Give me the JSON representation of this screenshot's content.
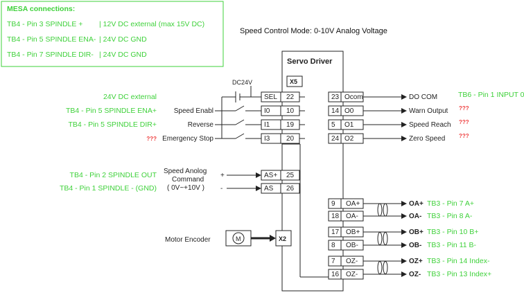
{
  "mesa": {
    "title": "MESA connections:",
    "lines": [
      "TB4 - Pin 3 SPINDLE +",
      "| 12V DC external (max 15V DC)",
      "TB4 - Pin 5 SPINDLE ENA-",
      "| 24V DC GND",
      "TB4 - Pin 7 SPINDLE DIR-",
      "| 24V DC GND"
    ]
  },
  "mode_title": "Speed Control Mode: 0-10V Analog Voltage",
  "servo": {
    "title": "Servo Driver",
    "x5": "X5",
    "x2": "X2"
  },
  "dc24v": "DC24V",
  "left_inputs": [
    {
      "ext": "24V DC external",
      "name": "",
      "sig": "SEL",
      "pin": "22"
    },
    {
      "ext": "TB4 - Pin 5 SPINDLE ENA+",
      "name": "Speed Enabl",
      "sig": "I0",
      "pin": "10"
    },
    {
      "ext": "TB4 - Pin 5 SPINDLE DIR+",
      "name": "Reverse",
      "sig": "I1",
      "pin": "19"
    },
    {
      "ext": "???",
      "name": "Emergency Stop",
      "sig": "I3",
      "pin": "20"
    }
  ],
  "analog": {
    "label1": "Speed Anolog",
    "label2": "Command",
    "label3": "( 0V~+10V )",
    "plus": "+",
    "minus": "-",
    "rows": [
      {
        "ext": "TB4 - Pin 2 SPINDLE OUT",
        "sig": "AS+",
        "pin": "25"
      },
      {
        "ext": "TB4 - Pin 1 SPINDLE - (GND)",
        "sig": "AS",
        "pin": "26"
      }
    ]
  },
  "motor_encoder": "Motor Encoder",
  "encoder_symbol": "M",
  "right_outputs": [
    {
      "pin": "23",
      "sig": "Ocom",
      "name": "DO COM",
      "ext": "TB6 - Pin 1 INPUT 0"
    },
    {
      "pin": "14",
      "sig": "O0",
      "name": "Warn Output",
      "ext": "???"
    },
    {
      "pin": "5",
      "sig": "O1",
      "name": "Speed Reach",
      "ext": "???"
    },
    {
      "pin": "24",
      "sig": "O2",
      "name": "Zero Speed",
      "ext": "???"
    }
  ],
  "encoder_outputs": [
    {
      "pin": "9",
      "sig": "OA+",
      "name": "OA+",
      "ext": "TB3 - Pin 7 A+"
    },
    {
      "pin": "18",
      "sig": "OA-",
      "name": "OA-",
      "ext": "TB3 - Pin 8 A-"
    },
    {
      "pin": "17",
      "sig": "OB+",
      "name": "OB+",
      "ext": "TB3 - Pin 10 B+"
    },
    {
      "pin": "8",
      "sig": "OB-",
      "name": "OB-",
      "ext": "TB3 - Pin 11 B-"
    },
    {
      "pin": "7",
      "sig": "OZ-",
      "name": "OZ+",
      "ext": "TB3 - Pin 14 Index-"
    },
    {
      "pin": "16",
      "sig": "OZ-",
      "name": "OZ-",
      "ext": "TB3 - Pin 13 Index+"
    }
  ],
  "colors": {
    "label_green": "#3ed13a",
    "ink": "#222222",
    "unknown_red": "#ee3b3b",
    "box_border": "#3ed13a"
  }
}
